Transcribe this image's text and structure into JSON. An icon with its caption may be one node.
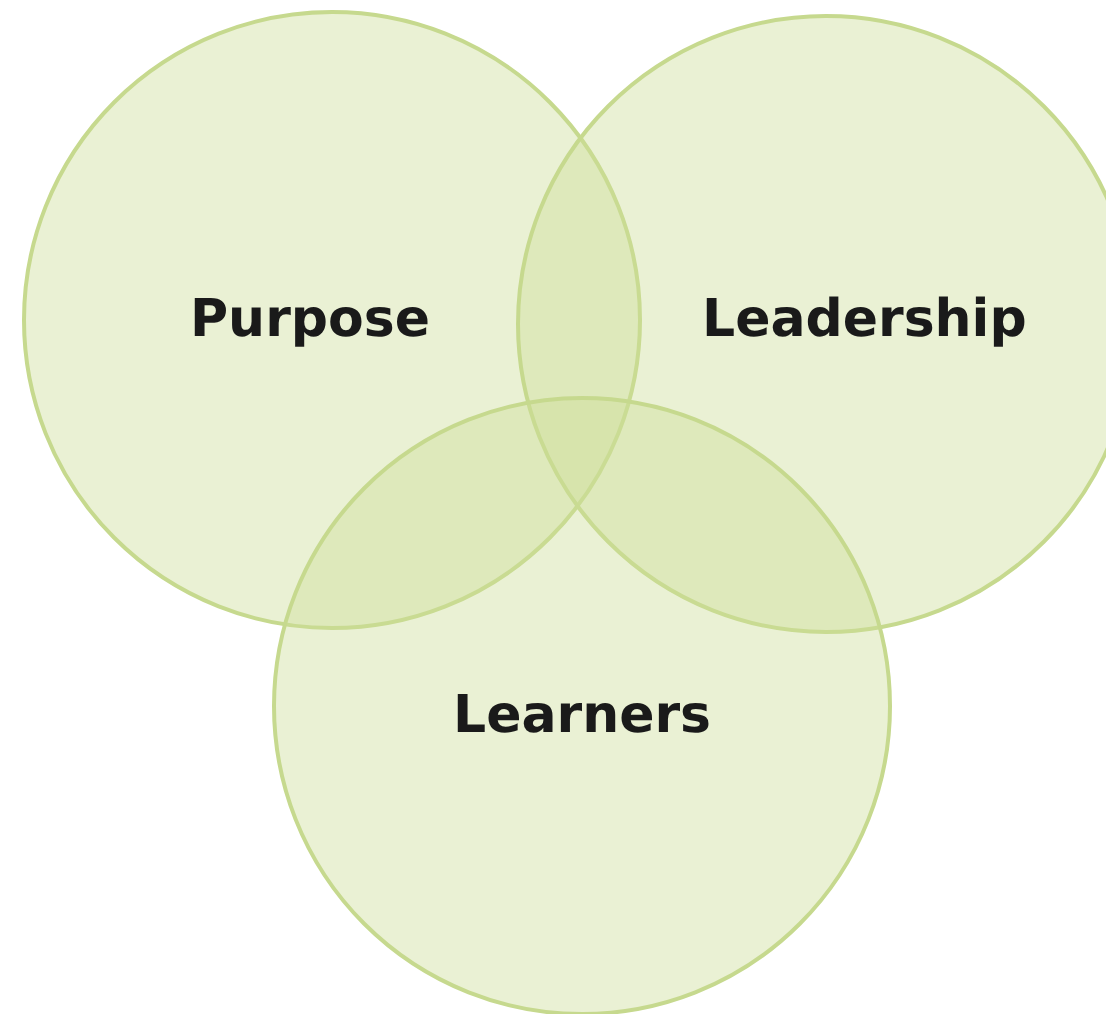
{
  "diagram": {
    "nodes": [
      {
        "text": [
          "Purpose"
        ]
      },
      {
        "text": [
          "Leadership"
        ]
      },
      {
        "text": [
          "Learners"
        ]
      }
    ]
  }
}
